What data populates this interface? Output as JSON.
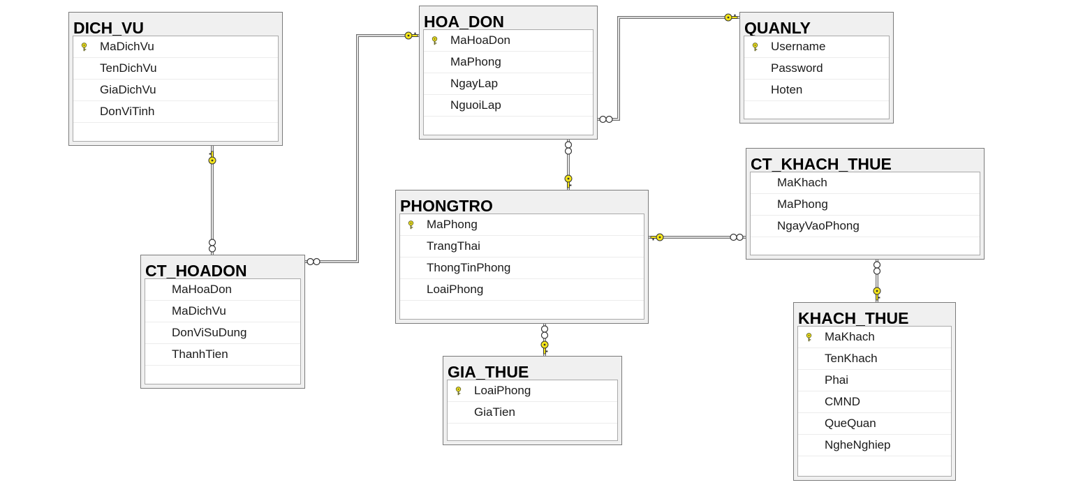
{
  "tables": {
    "dich_vu": {
      "name": "DICH_VU",
      "columns": [
        {
          "name": "MaDichVu",
          "pk": true
        },
        {
          "name": "TenDichVu",
          "pk": false
        },
        {
          "name": "GiaDichVu",
          "pk": false
        },
        {
          "name": "DonViTinh",
          "pk": false
        }
      ]
    },
    "hoa_don": {
      "name": "HOA_DON",
      "columns": [
        {
          "name": "MaHoaDon",
          "pk": true
        },
        {
          "name": "MaPhong",
          "pk": false
        },
        {
          "name": "NgayLap",
          "pk": false
        },
        {
          "name": "NguoiLap",
          "pk": false
        }
      ]
    },
    "quanly": {
      "name": "QUANLY",
      "columns": [
        {
          "name": "Username",
          "pk": true
        },
        {
          "name": "Password",
          "pk": false
        },
        {
          "name": "Hoten",
          "pk": false
        }
      ]
    },
    "ct_khach_thue": {
      "name": "CT_KHACH_THUE",
      "columns": [
        {
          "name": "MaKhach",
          "pk": false
        },
        {
          "name": "MaPhong",
          "pk": false
        },
        {
          "name": "NgayVaoPhong",
          "pk": false
        }
      ]
    },
    "phongtro": {
      "name": "PHONGTRO",
      "columns": [
        {
          "name": "MaPhong",
          "pk": true
        },
        {
          "name": "TrangThai",
          "pk": false
        },
        {
          "name": "ThongTinPhong",
          "pk": false
        },
        {
          "name": "LoaiPhong",
          "pk": false
        }
      ]
    },
    "ct_hoadon": {
      "name": "CT_HOADON",
      "columns": [
        {
          "name": "MaHoaDon",
          "pk": false
        },
        {
          "name": "MaDichVu",
          "pk": false
        },
        {
          "name": "DonViSuDung",
          "pk": false
        },
        {
          "name": "ThanhTien",
          "pk": false
        }
      ]
    },
    "gia_thue": {
      "name": "GIA_THUE",
      "columns": [
        {
          "name": "LoaiPhong",
          "pk": true
        },
        {
          "name": "GiaTien",
          "pk": false
        }
      ]
    },
    "khach_thue": {
      "name": "KHACH_THUE",
      "columns": [
        {
          "name": "MaKhach",
          "pk": true
        },
        {
          "name": "TenKhach",
          "pk": false
        },
        {
          "name": "Phai",
          "pk": false
        },
        {
          "name": "CMND",
          "pk": false
        },
        {
          "name": "QueQuan",
          "pk": false
        },
        {
          "name": "NgheNghiep",
          "pk": false
        }
      ]
    }
  },
  "relationships": [
    {
      "one": "DICH_VU",
      "many": "CT_HOADON"
    },
    {
      "one": "HOA_DON",
      "many": "CT_HOADON"
    },
    {
      "one": "QUANLY",
      "many": "HOA_DON"
    },
    {
      "one": "PHONGTRO",
      "many": "HOA_DON"
    },
    {
      "one": "PHONGTRO",
      "many": "CT_KHACH_THUE"
    },
    {
      "one": "GIA_THUE",
      "many": "PHONGTRO"
    },
    {
      "one": "KHACH_THUE",
      "many": "CT_KHACH_THUE"
    }
  ],
  "colors": {
    "key": "#f5e61a",
    "line": "#6e6e6e",
    "header": "#f0f0f0"
  },
  "icons": {
    "primary_key": "key-icon",
    "one_end": "key-icon",
    "many_end": "infinity-icon"
  }
}
